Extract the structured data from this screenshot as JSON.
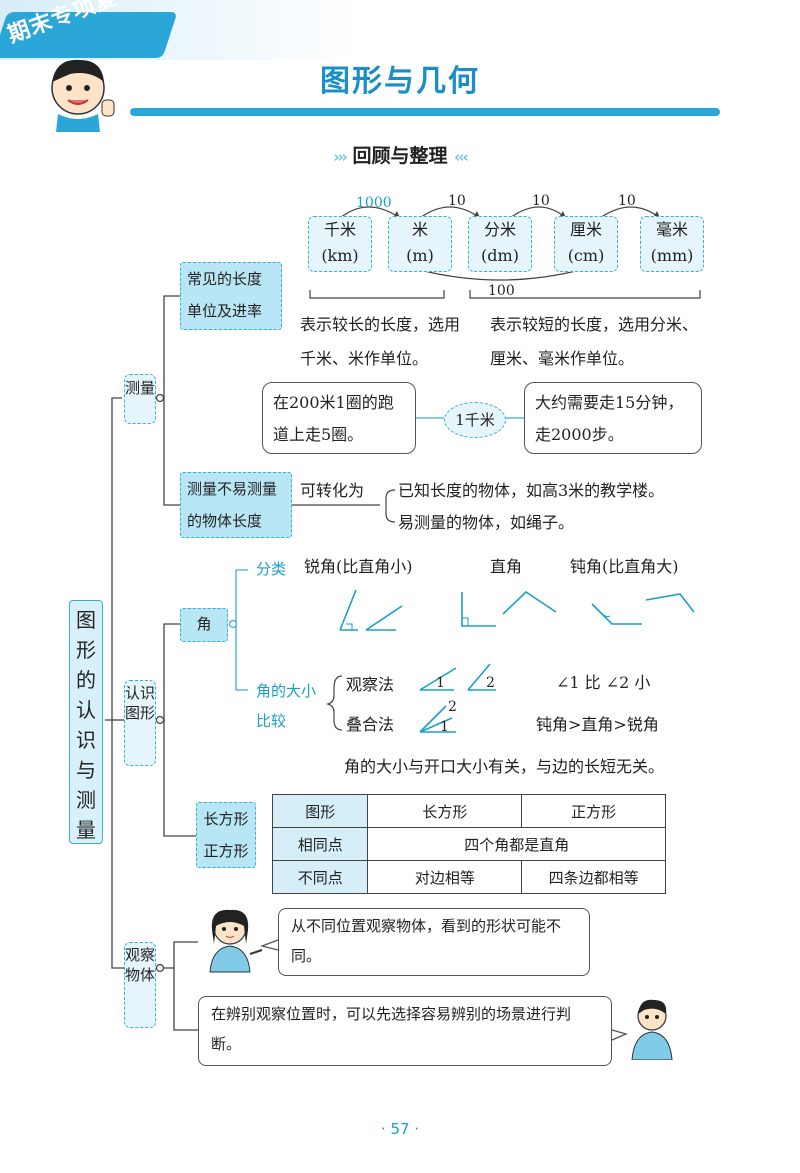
{
  "header": {
    "corner_label": "期末专项复习",
    "title": "图形与几何",
    "subtitle": "回顾与整理"
  },
  "main_topic": "图形的认识与测量",
  "branches": {
    "measure": "测量",
    "recognize": "认识图形",
    "observe": "观察物体"
  },
  "units_section": {
    "category": "常见的长度单位及进率",
    "units": [
      {
        "name": "千米",
        "symbol": "(km)"
      },
      {
        "name": "米",
        "symbol": "(m)"
      },
      {
        "name": "分米",
        "symbol": "(dm)"
      },
      {
        "name": "厘米",
        "symbol": "(cm)"
      },
      {
        "name": "毫米",
        "symbol": "(mm)"
      }
    ],
    "rates": [
      "1000",
      "10",
      "10",
      "10"
    ],
    "rate_m_to_cm": "100",
    "note_long": "表示较长的长度，选用千米、米作单位。",
    "note_short": "表示较短的长度，选用分米、厘米、毫米作单位。"
  },
  "km_example": {
    "left": "在200米1圈的跑道上走5圈。",
    "center": "1千米",
    "right": "大约需要走15分钟，走2000步。"
  },
  "hard_measure": {
    "category": "测量不易测量的物体长度",
    "convert": "可转化为",
    "option1": "已知长度的物体，如高3米的教学楼。",
    "option2": "易测量的物体，如绳子。"
  },
  "angle_section": {
    "category": "角",
    "classify_label": "分类",
    "acute": "锐角(比直角小)",
    "right": "直角",
    "obtuse": "钝角(比直角大)",
    "compare_label_1": "角的大小",
    "compare_label_2": "比较",
    "method_observe": "观察法",
    "method_overlap": "叠合法",
    "angle1": "1",
    "angle2": "2",
    "result_compare": "∠1 比 ∠2 小",
    "result_order": "钝角>直角>锐角",
    "conclusion": "角的大小与开口大小有关，与边的长短无关。"
  },
  "rect_section": {
    "category": "长方形正方形",
    "table": {
      "headers": [
        "图形",
        "长方形",
        "正方形"
      ],
      "same_label": "相同点",
      "same_value": "四个角都是直角",
      "diff_label": "不同点",
      "diff_rect": "对边相等",
      "diff_square": "四条边都相等"
    }
  },
  "observe_section": {
    "bubble1": "从不同位置观察物体，看到的形状可能不同。",
    "bubble2": "在辨别观察位置时，可以先选择容易辨别的场景进行判断。"
  },
  "page_number": "· 57 ·",
  "colors": {
    "accent": "#29a9d9",
    "box_fill": "#d8f0f9"
  }
}
